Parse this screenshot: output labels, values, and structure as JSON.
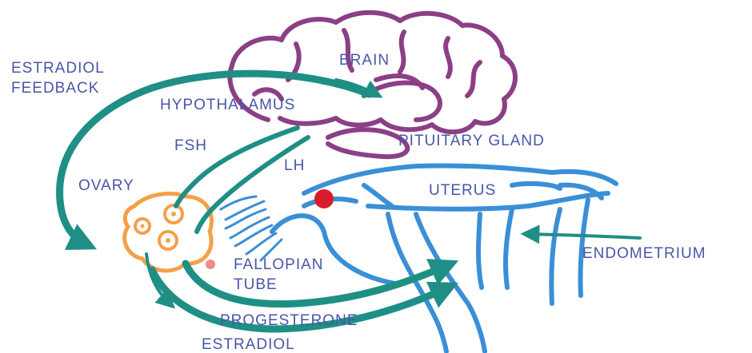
{
  "labels": {
    "brain": "BRAIN",
    "hypothalamus": "HYPOTHALAMUS",
    "pituitary": "PITUITARY GLAND",
    "estradiol_feedback_1": "ESTRADIOL",
    "estradiol_feedback_2": "FEEDBACK",
    "fsh": "FSH",
    "lh": "LH",
    "ovary": "OVARY",
    "uterus": "UTERUS",
    "fallopian_1": "FALLOPIAN",
    "fallopian_2": "TUBE",
    "endometrium": "ENDOMETRIUM",
    "progesterone": "PROGESTERONE",
    "estradiol": "ESTRADIOL"
  },
  "colors": {
    "label": "#4a55a8",
    "brain": "#8b3f86",
    "arrow": "#1f8f86",
    "uterus": "#3a8fd6",
    "ovary": "#f4a04a",
    "egg": "#d81c2c",
    "follicle": "#f28a8a"
  }
}
